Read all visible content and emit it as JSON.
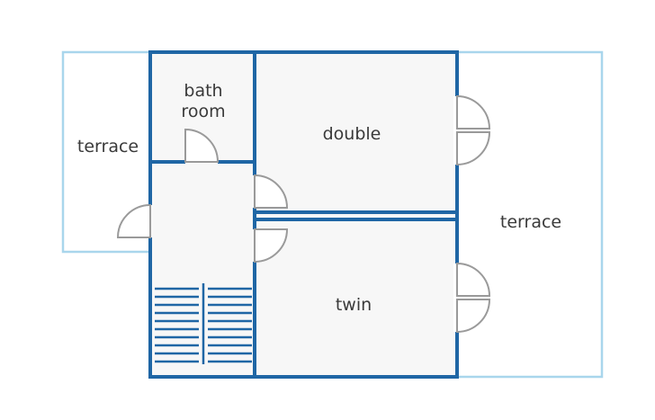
{
  "rooms": {
    "bathroom_line1": "bath",
    "bathroom_line2": "room",
    "double": "double",
    "twin": "twin",
    "terrace_left": "terrace",
    "terrace_right": "terrace"
  },
  "colors": {
    "wall": "#1f66a5",
    "terrace_outline": "#a9d6ec",
    "floor": "#f7f7f7",
    "door": "#9a9a9a",
    "label": "#3a3a3a"
  },
  "stairs": {
    "flights": 2,
    "treads_per_flight": 10
  }
}
